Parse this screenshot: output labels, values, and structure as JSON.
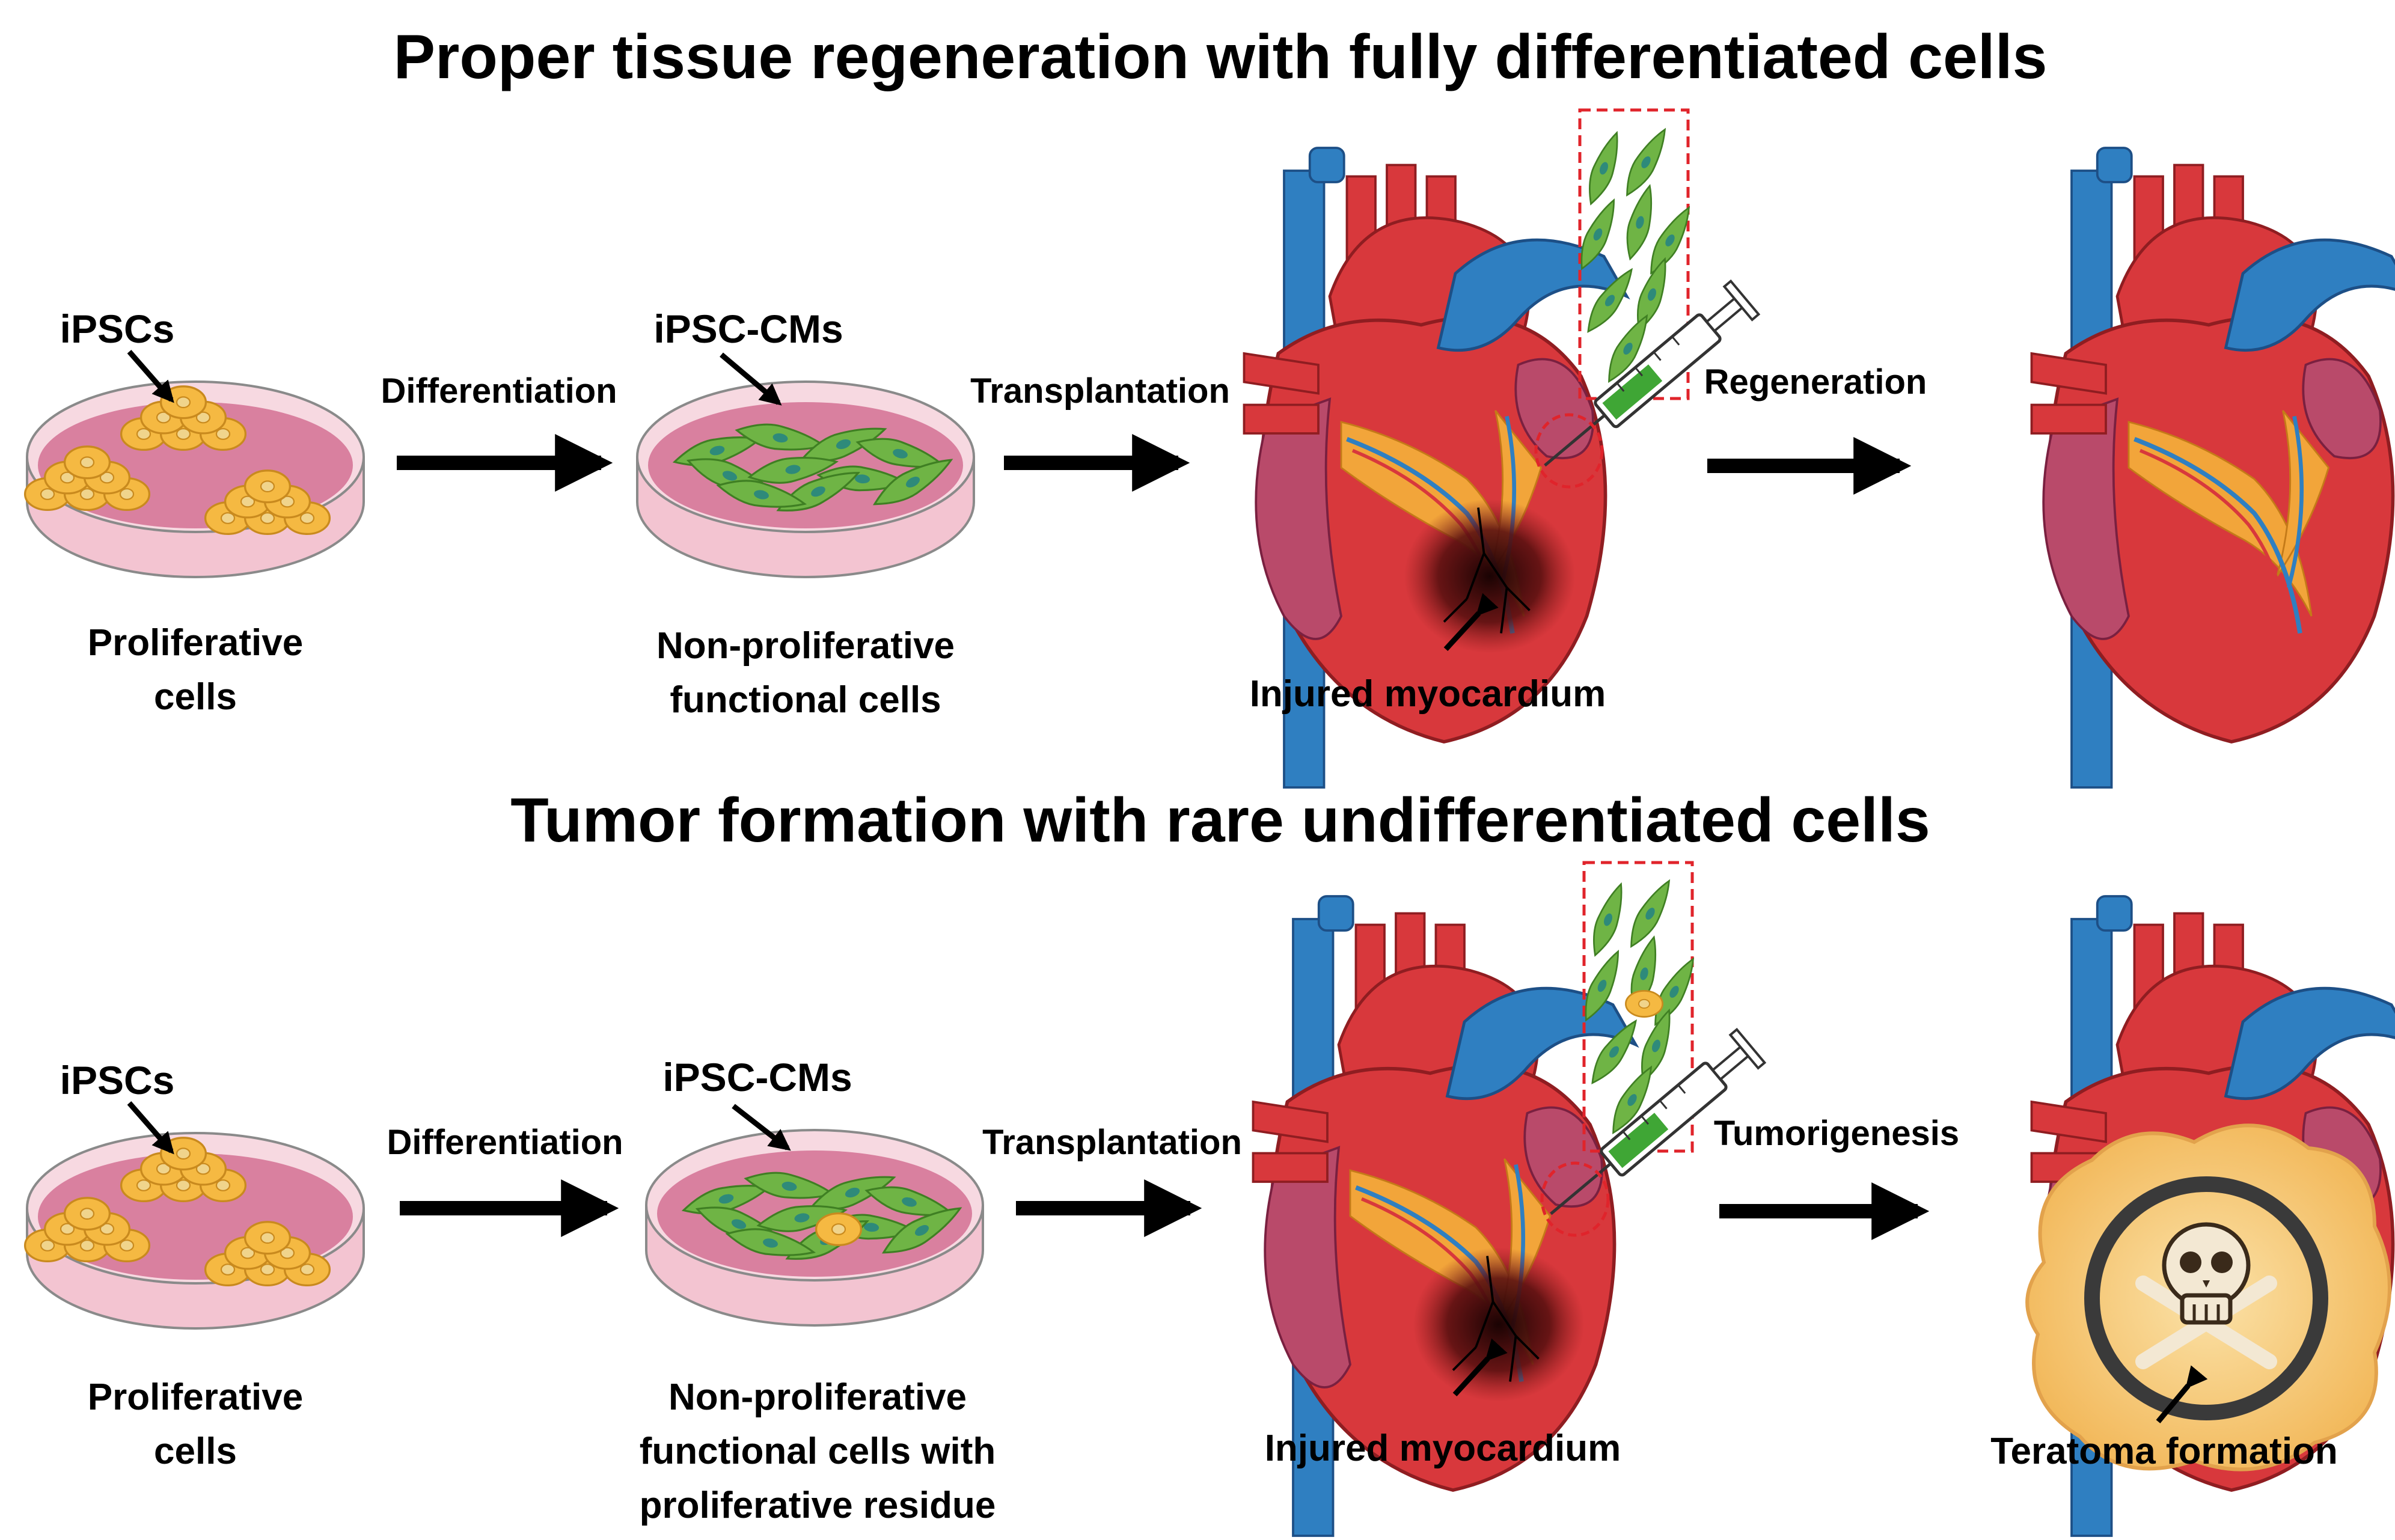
{
  "rows": [
    {
      "title": "Proper tissue regeneration with fully differentiated cells",
      "dish1_label": "iPSCs",
      "dish1_caption": [
        "Proliferative",
        "cells"
      ],
      "step1": "Differentiation",
      "dish2_label": "iPSC-CMs",
      "dish2_caption": [
        "Non-proliferative",
        "functional cells"
      ],
      "step2": "Transplantation",
      "heart_caption": "Injured myocardium",
      "step3": "Regeneration",
      "outcome_caption": ""
    },
    {
      "title": "Tumor formation with rare undifferentiated cells",
      "dish1_label": "iPSCs",
      "dish1_caption": [
        "Proliferative",
        "cells"
      ],
      "step1": "Differentiation",
      "dish2_label": "iPSC-CMs",
      "dish2_caption": [
        "Non-proliferative",
        "functional cells with",
        "proliferative residue"
      ],
      "step2": "Transplantation",
      "heart_caption": "Injured myocardium",
      "step3": "Tumorigenesis",
      "outcome_caption": "Teratoma formation"
    }
  ],
  "colors": {
    "dish_media": "#d9809f",
    "dish_rim": "#f4c6d2",
    "ipsc_cell": "#f5b942",
    "cardiomyocyte": "#6fb445",
    "heart_red": "#d8383c",
    "vessel_blue": "#2f7fc1",
    "fat_yellow": "#f2a53a",
    "injury": "#3a0d0d",
    "highlight_box": "#e0242b"
  },
  "icons": [
    "petri-dish-icon",
    "heart-icon",
    "syringe-icon",
    "skull-crossbones-icon"
  ]
}
